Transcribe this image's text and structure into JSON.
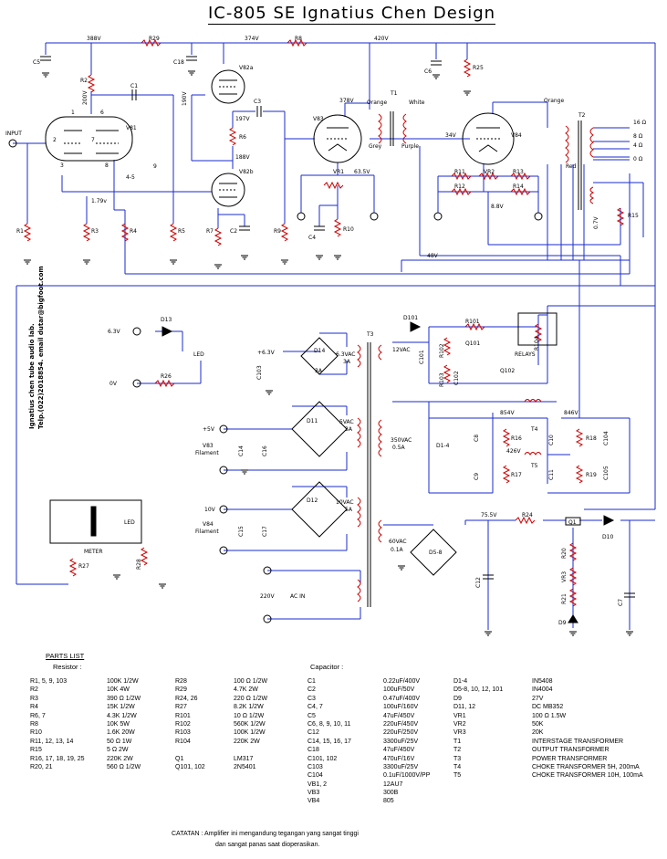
{
  "title": "IC-805 SE   Ignatius Chen Design",
  "side_text": {
    "line1": "Ignatius chen tube audio lab.",
    "line2": "Telp.(022)2018854. email dutar@bigfoot.com"
  },
  "labels": {
    "v388": "388V",
    "v374": "374V",
    "v420": "420V",
    "v200": "200V",
    "v190": "190V",
    "v197": "197V",
    "v188": "188V",
    "v378": "378V",
    "v34": "34V",
    "v63": "63.5V",
    "v179": "1.79v",
    "v48": "48V",
    "v8_8": "8.8V",
    "v07": "0.7V",
    "v854": "854V",
    "v846": "846V",
    "v426": "426V",
    "v755": "75.5V",
    "r29": "R29",
    "r8": "R8",
    "r2": "R2",
    "r25": "R25",
    "c5": "C5",
    "c18": "C18",
    "c6": "C6",
    "c1": "C1",
    "c3": "C3",
    "v81": "V81",
    "v82a": "V82a",
    "v82b": "V82b",
    "v83": "V83",
    "v84": "V84",
    "t1": "T1",
    "t2": "T2",
    "t3": "T3",
    "orange1": "Orange",
    "white": "White",
    "grey": "Grey",
    "purple": "Purple",
    "orange2": "Orange",
    "red": "Red",
    "input": "INPUT",
    "r1": "R1",
    "r3": "R3",
    "r4": "R4",
    "r5": "R5",
    "r6": "R6",
    "r7": "R7",
    "r9": "R9",
    "c2": "C2",
    "c4": "C4",
    "vr1": "VR1",
    "r10": "R10",
    "r11": "R11",
    "r12": "R12",
    "r13": "R13",
    "r14": "R14",
    "vr2": "VR2",
    "r15": "R15",
    "o16": "16 Ω",
    "o8": "8 Ω",
    "o4": "4 Ω",
    "o0": "0 Ω",
    "pin45": "4-5",
    "pin9": "9",
    "p1": "1",
    "p2": "2",
    "p3": "3",
    "p6": "6",
    "p7": "7",
    "p8": "8",
    "d13": "D13",
    "led": "LED",
    "v63l": "6.3V",
    "v0": "0V",
    "r26": "R26",
    "v63p": "+6.3V",
    "d14": "D14",
    "a3": "3A",
    "c103": "C103",
    "ac63": "6.3VAC",
    "ac63a": "3A",
    "d11": "D11",
    "v5": "+5V",
    "v83f": "V83",
    "fil1": "Filament",
    "c14": "C14",
    "c16": "C16",
    "ac5": "5VAC",
    "ac5a": "3A",
    "d12": "D12",
    "v10": "10V",
    "v84f": "V84",
    "fil2": "Filament",
    "c15": "C15",
    "c17": "C17",
    "ac10": "10VAC",
    "ac10a": "5A",
    "led2": "LED",
    "meter": "METER",
    "r27": "R27",
    "r28": "R28",
    "ac220": "220V",
    "acin": "AC IN",
    "d101": "D101",
    "ac12": "12VAC",
    "c101": "C101",
    "r101": "R101",
    "r102": "R102",
    "r103": "R103",
    "c102": "C102",
    "q101": "Q101",
    "q102": "Q102",
    "r104": "R104",
    "relays": "RELAYS",
    "ac350": "350VAC",
    "ac350a": "0.5A",
    "d14b": "D1-4",
    "c8": "C8",
    "c9": "C9",
    "r16": "R16",
    "r17": "R17",
    "t4": "T4",
    "t5": "T5",
    "c10": "C10",
    "c11": "C11",
    "r18": "R18",
    "r19": "R19",
    "c104": "C104",
    "c105": "C105",
    "ac60": "60VAC",
    "ac60a": "0.1A",
    "d58": "D5-8",
    "c12": "C12",
    "r24": "R24",
    "q1": "Q1",
    "d10": "D10",
    "r20": "R20",
    "vr3": "VR3",
    "r21": "R21",
    "d9": "D9",
    "c7": "C7"
  },
  "parts": {
    "heading": "PARTS LIST",
    "resistor_heading": "Resistor :",
    "capacitor_heading": "Capacitor :",
    "res1_names": [
      "R1, 5, 9, 103",
      "R2",
      "R3",
      "R4",
      "R6, 7",
      "R8",
      "R10",
      "R11, 12, 13, 14",
      "R15",
      "R16, 17, 18, 19, 25",
      "R20, 21"
    ],
    "res1_vals": [
      "100K 1/2W",
      "10K 4W",
      "390 Ω 1/2W",
      "15K 1/2W",
      "4.3K 1/2W",
      "10K 5W",
      "1.6K 20W",
      "50 Ω 1W",
      "5 Ω 2W",
      "220K 2W",
      "560 Ω 1/2W"
    ],
    "res2_names": [
      "R28",
      "R29",
      "R24, 26",
      "R27",
      "R101",
      "R102",
      "R103",
      "R104",
      "",
      "Q1",
      "Q101, 102"
    ],
    "res2_vals": [
      "100 Ω 1/2W",
      "4.7K 2W",
      "220 Ω 1/2W",
      "8.2K 1/2W",
      "10 Ω 1/2W",
      "560K 1/2W",
      "100K 1/2W",
      "220K 2W",
      "",
      "LM317",
      "2N5401"
    ],
    "cap_names": [
      "C1",
      "C2",
      "C3",
      "C4, 7",
      "C5",
      "C6, 8, 9, 10, 11",
      "C12",
      "C14, 15, 16, 17",
      "C18",
      "C101, 102",
      "C103",
      "C104",
      "VB1, 2",
      "VB3",
      "VB4"
    ],
    "cap_vals": [
      "0.22uF/400V",
      "100uF/50V",
      "0.47uF/400V",
      "100uF/160V",
      "47uF/450V",
      "220uF/450V",
      "220uF/250V",
      "3300uF/25V",
      "47uF/450V",
      "470uF/16V",
      "3300uF/25V",
      "0.1uF/1000V/PP",
      "12AU7",
      "300B",
      "805"
    ],
    "misc_names": [
      "D1-4",
      "D5-8, 10, 12, 101",
      "D9",
      "D11, 12",
      "VR1",
      "VR2",
      "VR3",
      "T1",
      "T2",
      "T3",
      "T4",
      "T5"
    ],
    "misc_vals": [
      "IN5408",
      "IN4004",
      "27V",
      "DC MB352",
      "100 Ω 1.5W",
      "50K",
      "20K",
      "INTERSTAGE TRANSFORMER",
      "OUTPUT TRANSFORMER",
      "POWER TRANSFORMER",
      "CHOKE TRANSFORMER 5H, 200mA",
      "CHOKE TRANSFORMER 10H, 100mA"
    ],
    "note_line1": "CATATAN :  Amplifier ini mengandung tegangan yang sangat tinggi",
    "note_line2": "dan sangat panas saat dioperasikan."
  },
  "colors": {
    "wire": "#1a2bd0",
    "ink": "#000000",
    "component": "#cc0000",
    "blue2": "#1a2bd0"
  }
}
